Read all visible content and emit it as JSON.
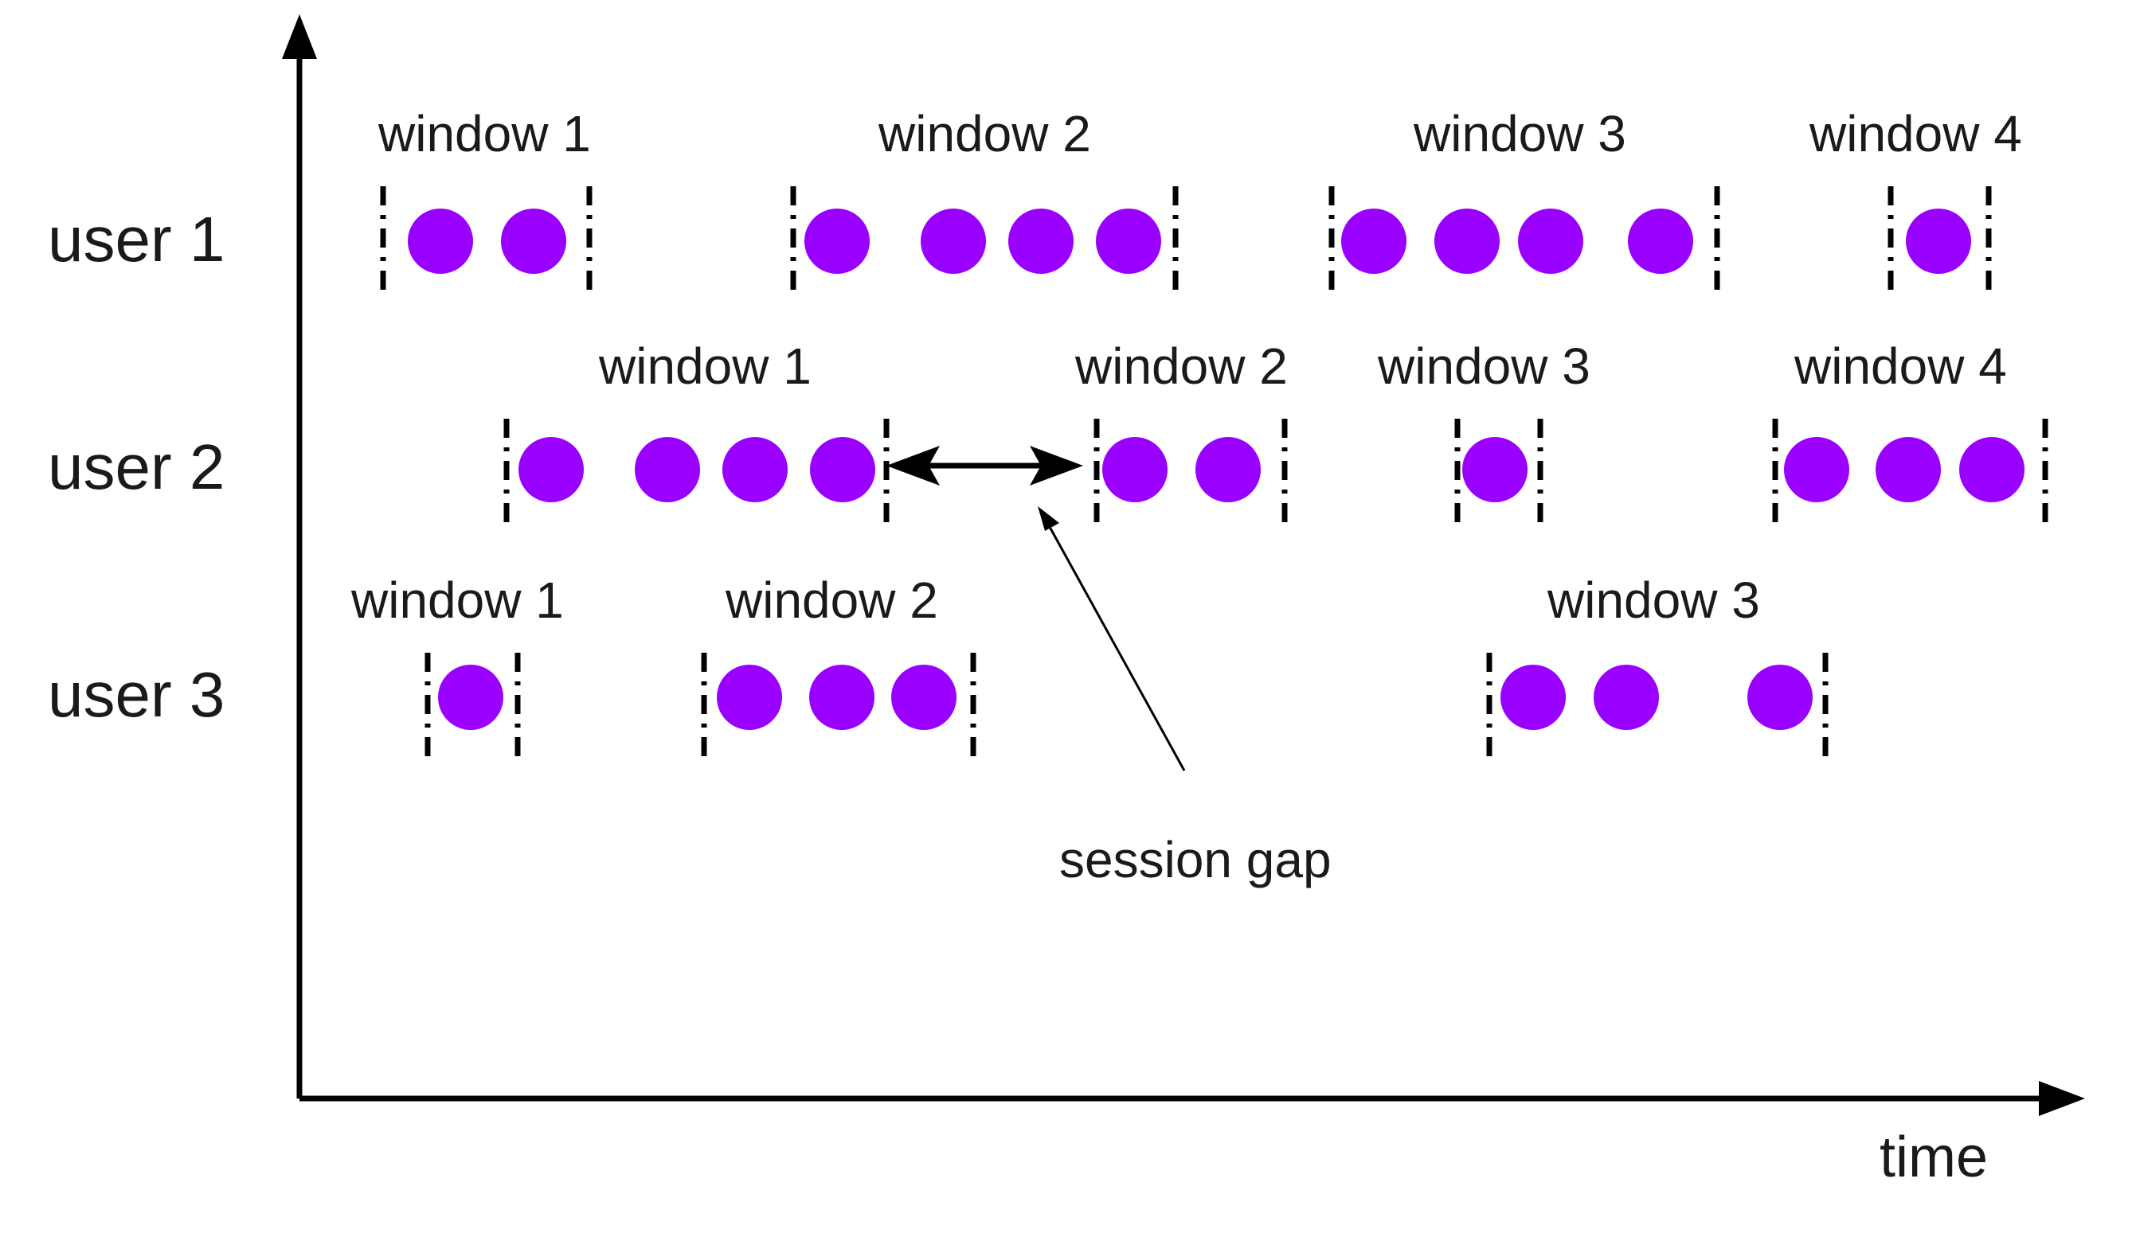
{
  "colors": {
    "event": "#9900ff",
    "line": "#000000",
    "text": "#1a1a1a",
    "background": "#ffffff"
  },
  "axis": {
    "x_label": "time"
  },
  "annotation": {
    "label": "session gap"
  },
  "users": [
    {
      "label": "user 1",
      "windows": [
        {
          "label": "window 1",
          "events": 2
        },
        {
          "label": "window 2",
          "events": 4
        },
        {
          "label": "window 3",
          "events": 4
        },
        {
          "label": "window 4",
          "events": 1
        }
      ]
    },
    {
      "label": "user 2",
      "windows": [
        {
          "label": "window 1",
          "events": 4
        },
        {
          "label": "window 2",
          "events": 2
        },
        {
          "label": "window 3",
          "events": 1
        },
        {
          "label": "window 4",
          "events": 3
        }
      ]
    },
    {
      "label": "user 3",
      "windows": [
        {
          "label": "window 1",
          "events": 1
        },
        {
          "label": "window 2",
          "events": 3
        },
        {
          "label": "window 3",
          "events": 3
        }
      ]
    }
  ]
}
